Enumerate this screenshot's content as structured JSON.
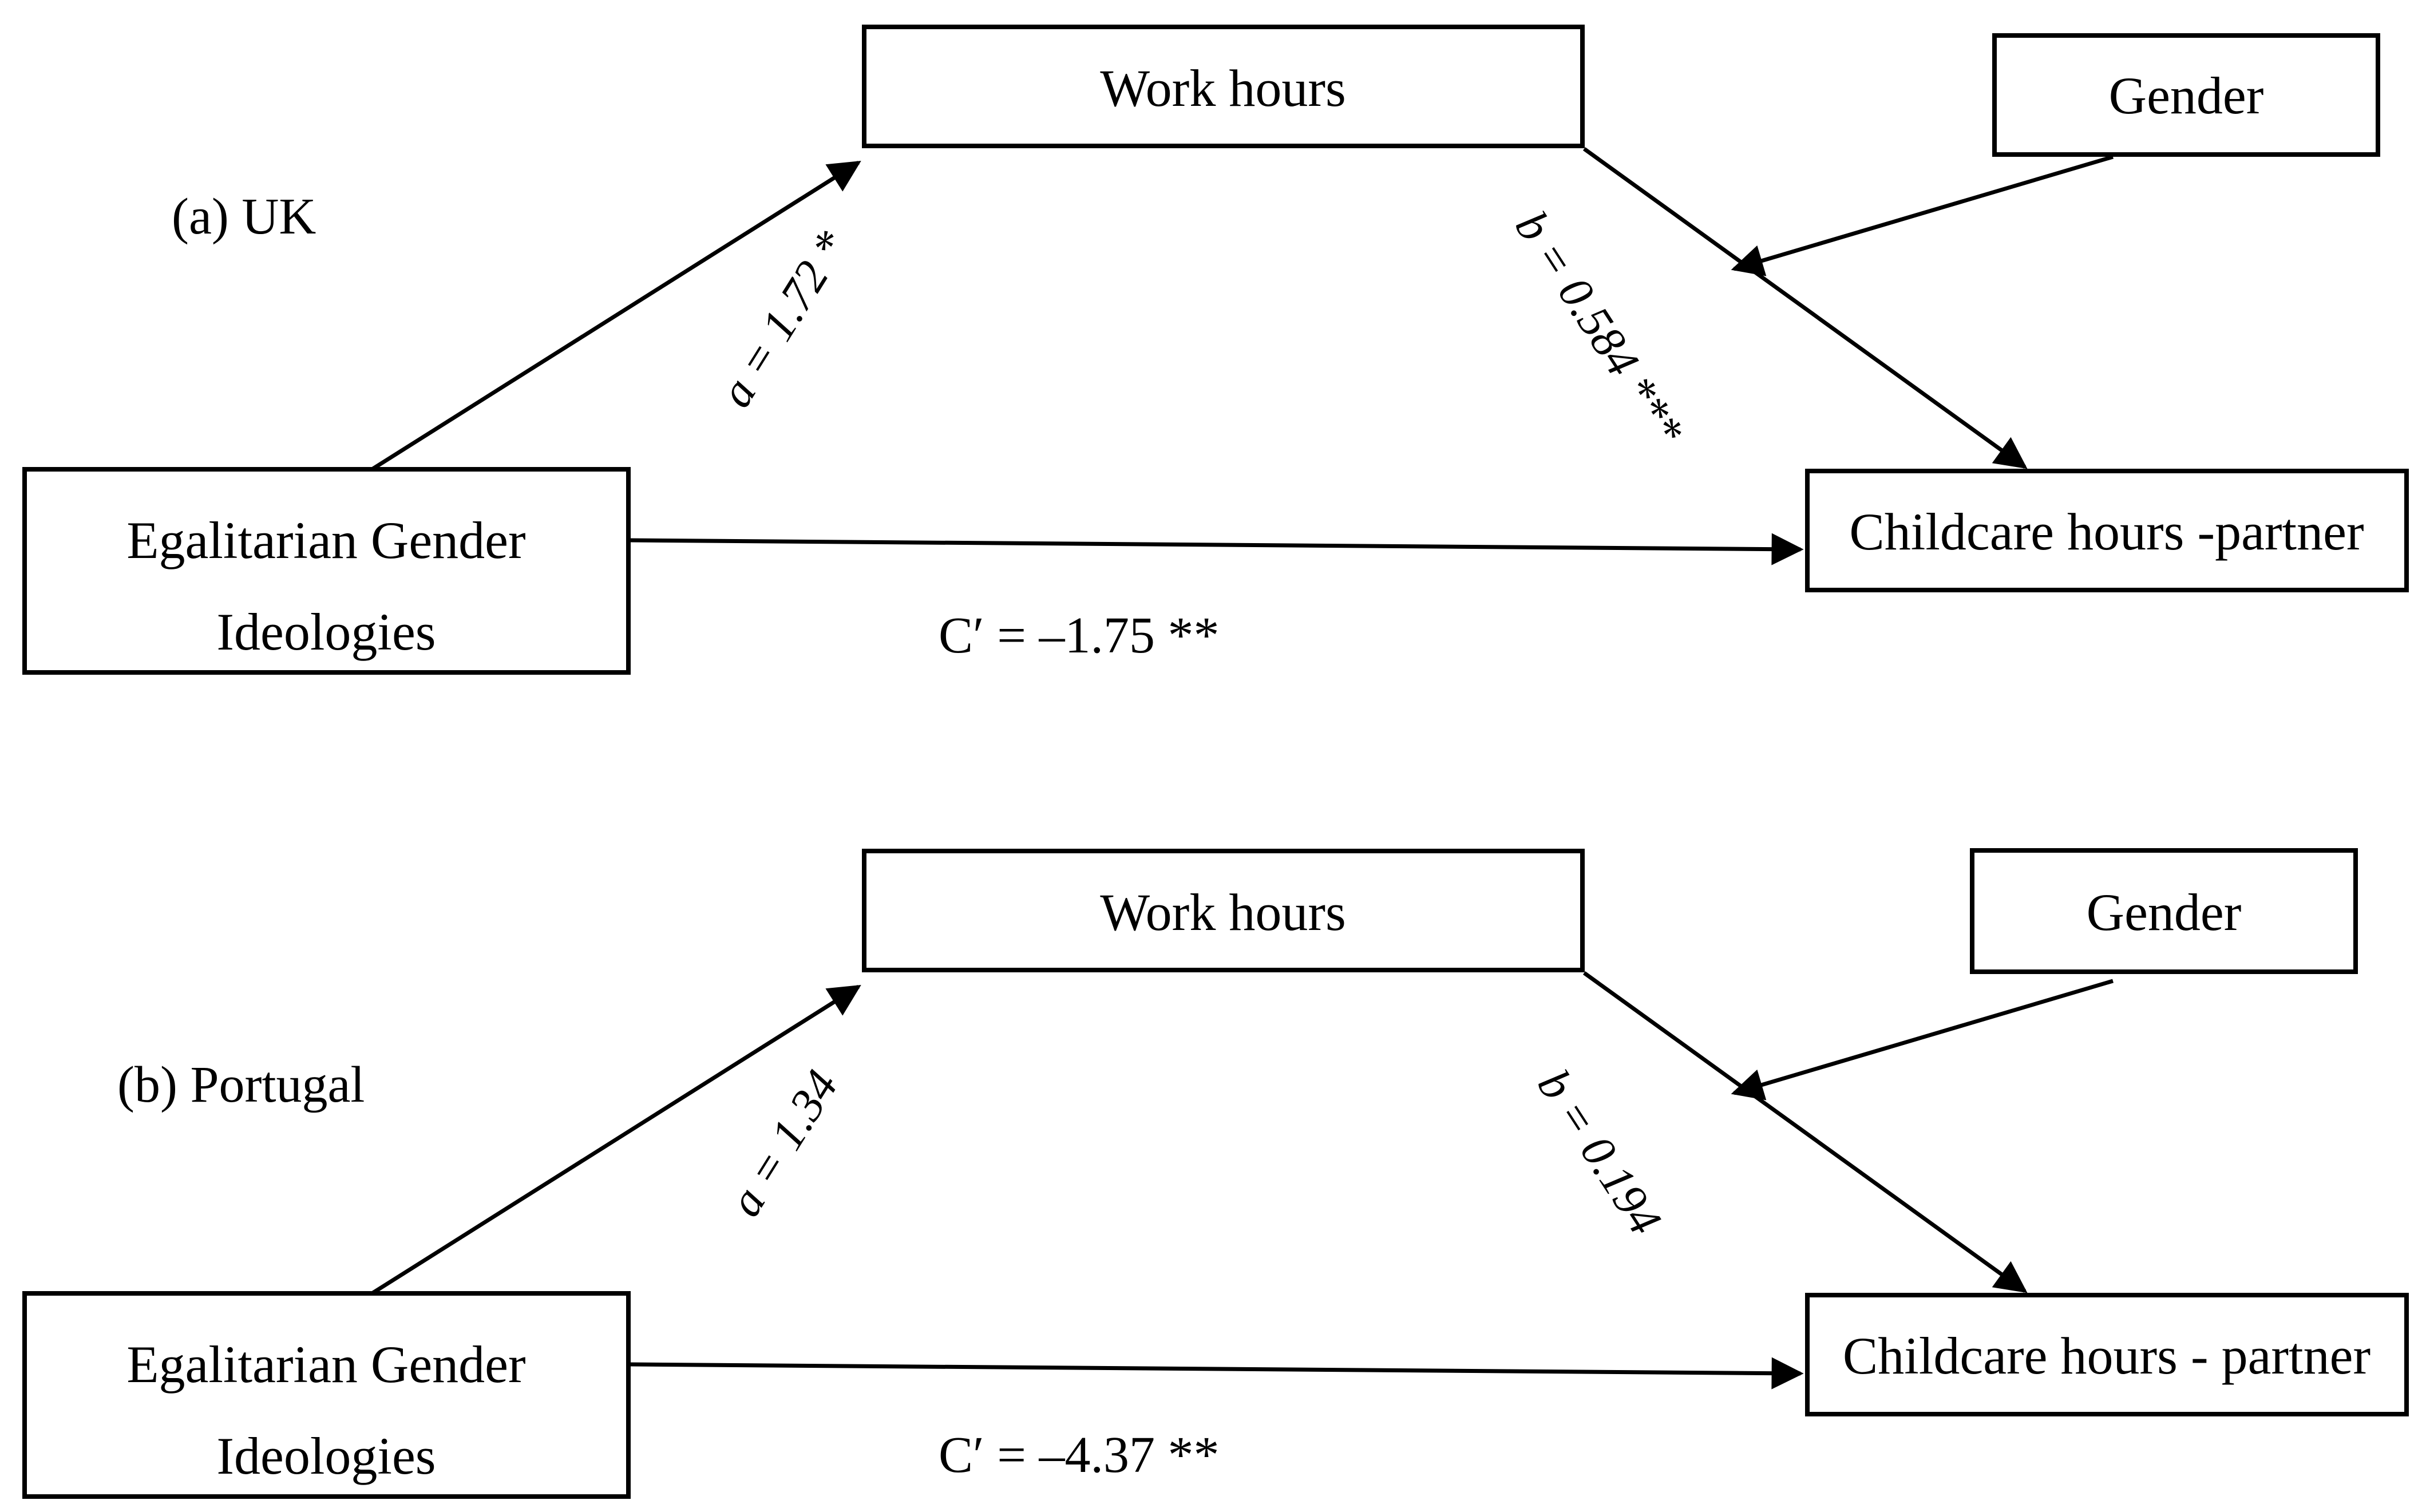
{
  "figure": {
    "background_color": "#ffffff",
    "line_color": "#000000",
    "panels": [
      {
        "label": "(a) UK",
        "boxes": {
          "predictor_line1": "Egalitarian Gender",
          "predictor_line2": "Ideologies",
          "mediator": "Work hours",
          "moderator": "Gender",
          "outcome": "Childcare hours -partner"
        },
        "paths": {
          "a": "a = 1.72 *",
          "b": "b = 0.584 ***",
          "c_prime": "C′ = –1.75 **"
        }
      },
      {
        "label": "(b) Portugal",
        "boxes": {
          "predictor_line1": "Egalitarian Gender",
          "predictor_line2": "Ideologies",
          "mediator": "Work hours",
          "moderator": "Gender",
          "outcome": "Childcare hours - partner"
        },
        "paths": {
          "a": "a = 1.34",
          "b": "b = 0.194",
          "c_prime": "C′ = –4.37 **"
        }
      }
    ]
  }
}
